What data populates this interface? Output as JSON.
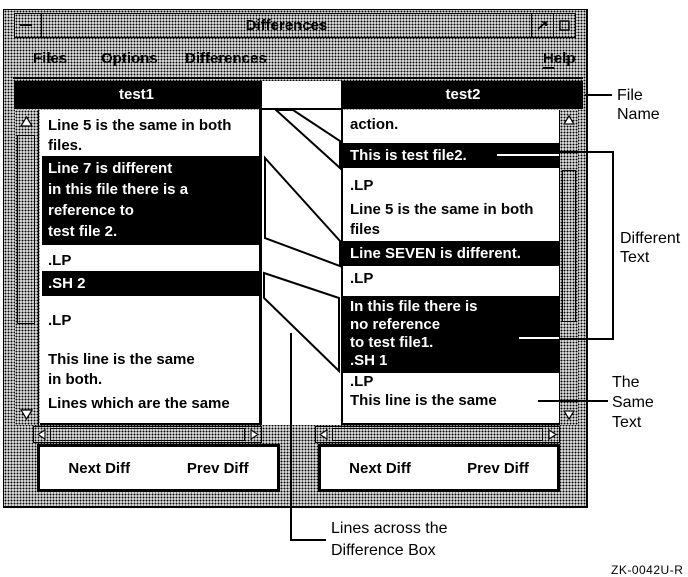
{
  "window": {
    "title": "Differences"
  },
  "menu": {
    "files": "Files",
    "options": "Options",
    "differences": "Differences",
    "help_mnemonic": "H",
    "help_rest": "elp"
  },
  "left_panel": {
    "file_name": "test1",
    "rows": [
      {
        "type": "same",
        "lines": [
          "Line 5 is the same in both",
          "files."
        ]
      },
      {
        "type": "diff",
        "lines": [
          "Line 7 is different",
          "in this file there is a",
          "reference to",
          "test file 2."
        ]
      },
      {
        "type": "same",
        "lines": [
          ".LP"
        ]
      },
      {
        "type": "diff",
        "lines": [
          ".SH 2"
        ]
      },
      {
        "type": "same",
        "lines": [
          ".LP"
        ]
      },
      {
        "type": "same",
        "lines": [
          "This line is the same",
          "in both."
        ]
      },
      {
        "type": "same",
        "lines": [
          "Lines which are the same"
        ]
      }
    ],
    "next_button": "Next Diff",
    "prev_button": "Prev Diff"
  },
  "right_panel": {
    "file_name": "test2",
    "rows": [
      {
        "type": "same",
        "lines": [
          "action."
        ]
      },
      {
        "type": "diff",
        "lines": [
          "This is test file2."
        ]
      },
      {
        "type": "same",
        "lines": [
          ".LP"
        ]
      },
      {
        "type": "same",
        "lines": [
          "Line 5 is the same in both",
          "files"
        ]
      },
      {
        "type": "diff",
        "lines": [
          "Line SEVEN is different."
        ]
      },
      {
        "type": "same",
        "lines": [
          ".LP"
        ]
      },
      {
        "type": "diff",
        "lines": [
          "In this file there is",
          "no reference",
          "to test file1.",
          ".SH 1"
        ]
      },
      {
        "type": "same",
        "lines": [
          ".LP"
        ]
      },
      {
        "type": "same",
        "lines": [
          "This line is the same"
        ]
      }
    ],
    "next_button": "Next Diff",
    "prev_button": "Prev Diff"
  },
  "annotations": {
    "file_name_lines": [
      "File",
      "Name"
    ],
    "different_text_lines": [
      "Different",
      "Text"
    ],
    "same_text_lines": [
      "The",
      "Same",
      "Text"
    ],
    "lines_across_lines": [
      "Lines across the",
      "Difference Box"
    ],
    "figure_code": "ZK-0042U-R"
  },
  "colors": {
    "highlight_bg": "#000000",
    "highlight_text": "#ffffff",
    "window_dither": "#999999"
  }
}
